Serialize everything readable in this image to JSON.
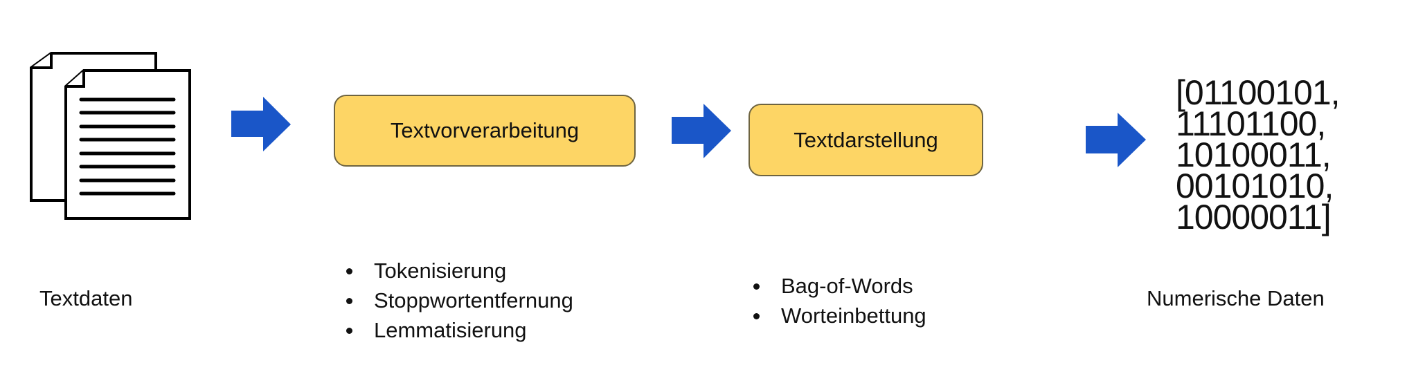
{
  "colors": {
    "arrow": "#1a56c8",
    "box_fill": "#fdd565",
    "box_border": "#6e6440"
  },
  "icons": {
    "documents": "documents-icon",
    "arrow": "arrow-right-icon"
  },
  "source": {
    "label": "Textdaten"
  },
  "step1": {
    "title": "Textvorverarbeitung",
    "items": [
      "Tokenisierung",
      "Stoppwortentfernung",
      "Lemmatisierung"
    ]
  },
  "step2": {
    "title": "Textdarstellung",
    "items": [
      "Bag-of-Words",
      "Worteinbettung"
    ]
  },
  "output": {
    "lines": [
      "[01100101,",
      "11101100,",
      "10100011,",
      "00101010,",
      "10000011]"
    ],
    "label": "Numerische Daten"
  }
}
